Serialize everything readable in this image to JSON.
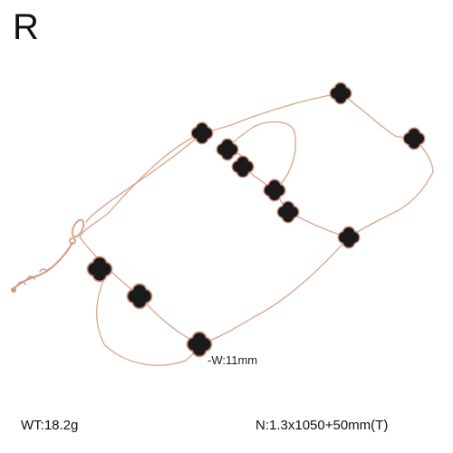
{
  "badge": {
    "letter": "R"
  },
  "callout": {
    "width_label": "-W:11mm"
  },
  "footer": {
    "weight_label": "WT:18.2g",
    "spec_label": "N:1.3x1050+50mm(T)"
  },
  "colors": {
    "background": "#ffffff",
    "chain": "#d9a48c",
    "clover_face": "#1a1a1c",
    "clover_rim": "#c98f78"
  }
}
